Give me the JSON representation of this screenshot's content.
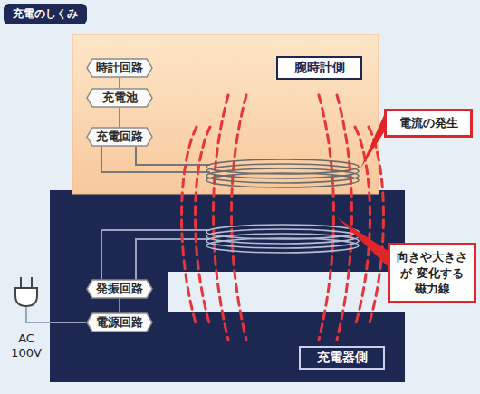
{
  "diagram": {
    "title": "充電のしくみ",
    "nodes": [
      {
        "text": [
          "腕時計側"
        ]
      },
      {
        "text": [
          "時計回路"
        ],
        "in": 0
      },
      {
        "text": [
          "充電池"
        ],
        "in": 0
      },
      {
        "text": [
          "充電回路"
        ],
        "in": 0
      },
      {
        "text": [
          "充電器側"
        ]
      },
      {
        "text": [
          "発振回路"
        ],
        "in": 4
      },
      {
        "text": [
          "電源回路"
        ],
        "in": 4
      },
      {
        "text": [
          "電流の発生"
        ]
      },
      {
        "text": [
          "向きや大きさが 変化する磁力線"
        ]
      }
    ],
    "edges": [
      {
        "from": 1,
        "to": 2,
        "arrow": "none"
      },
      {
        "from": 2,
        "to": 3,
        "arrow": "none"
      },
      {
        "from": 5,
        "to": 6,
        "arrow": "none"
      }
    ],
    "labels": [
      "AC 100V"
    ]
  }
}
